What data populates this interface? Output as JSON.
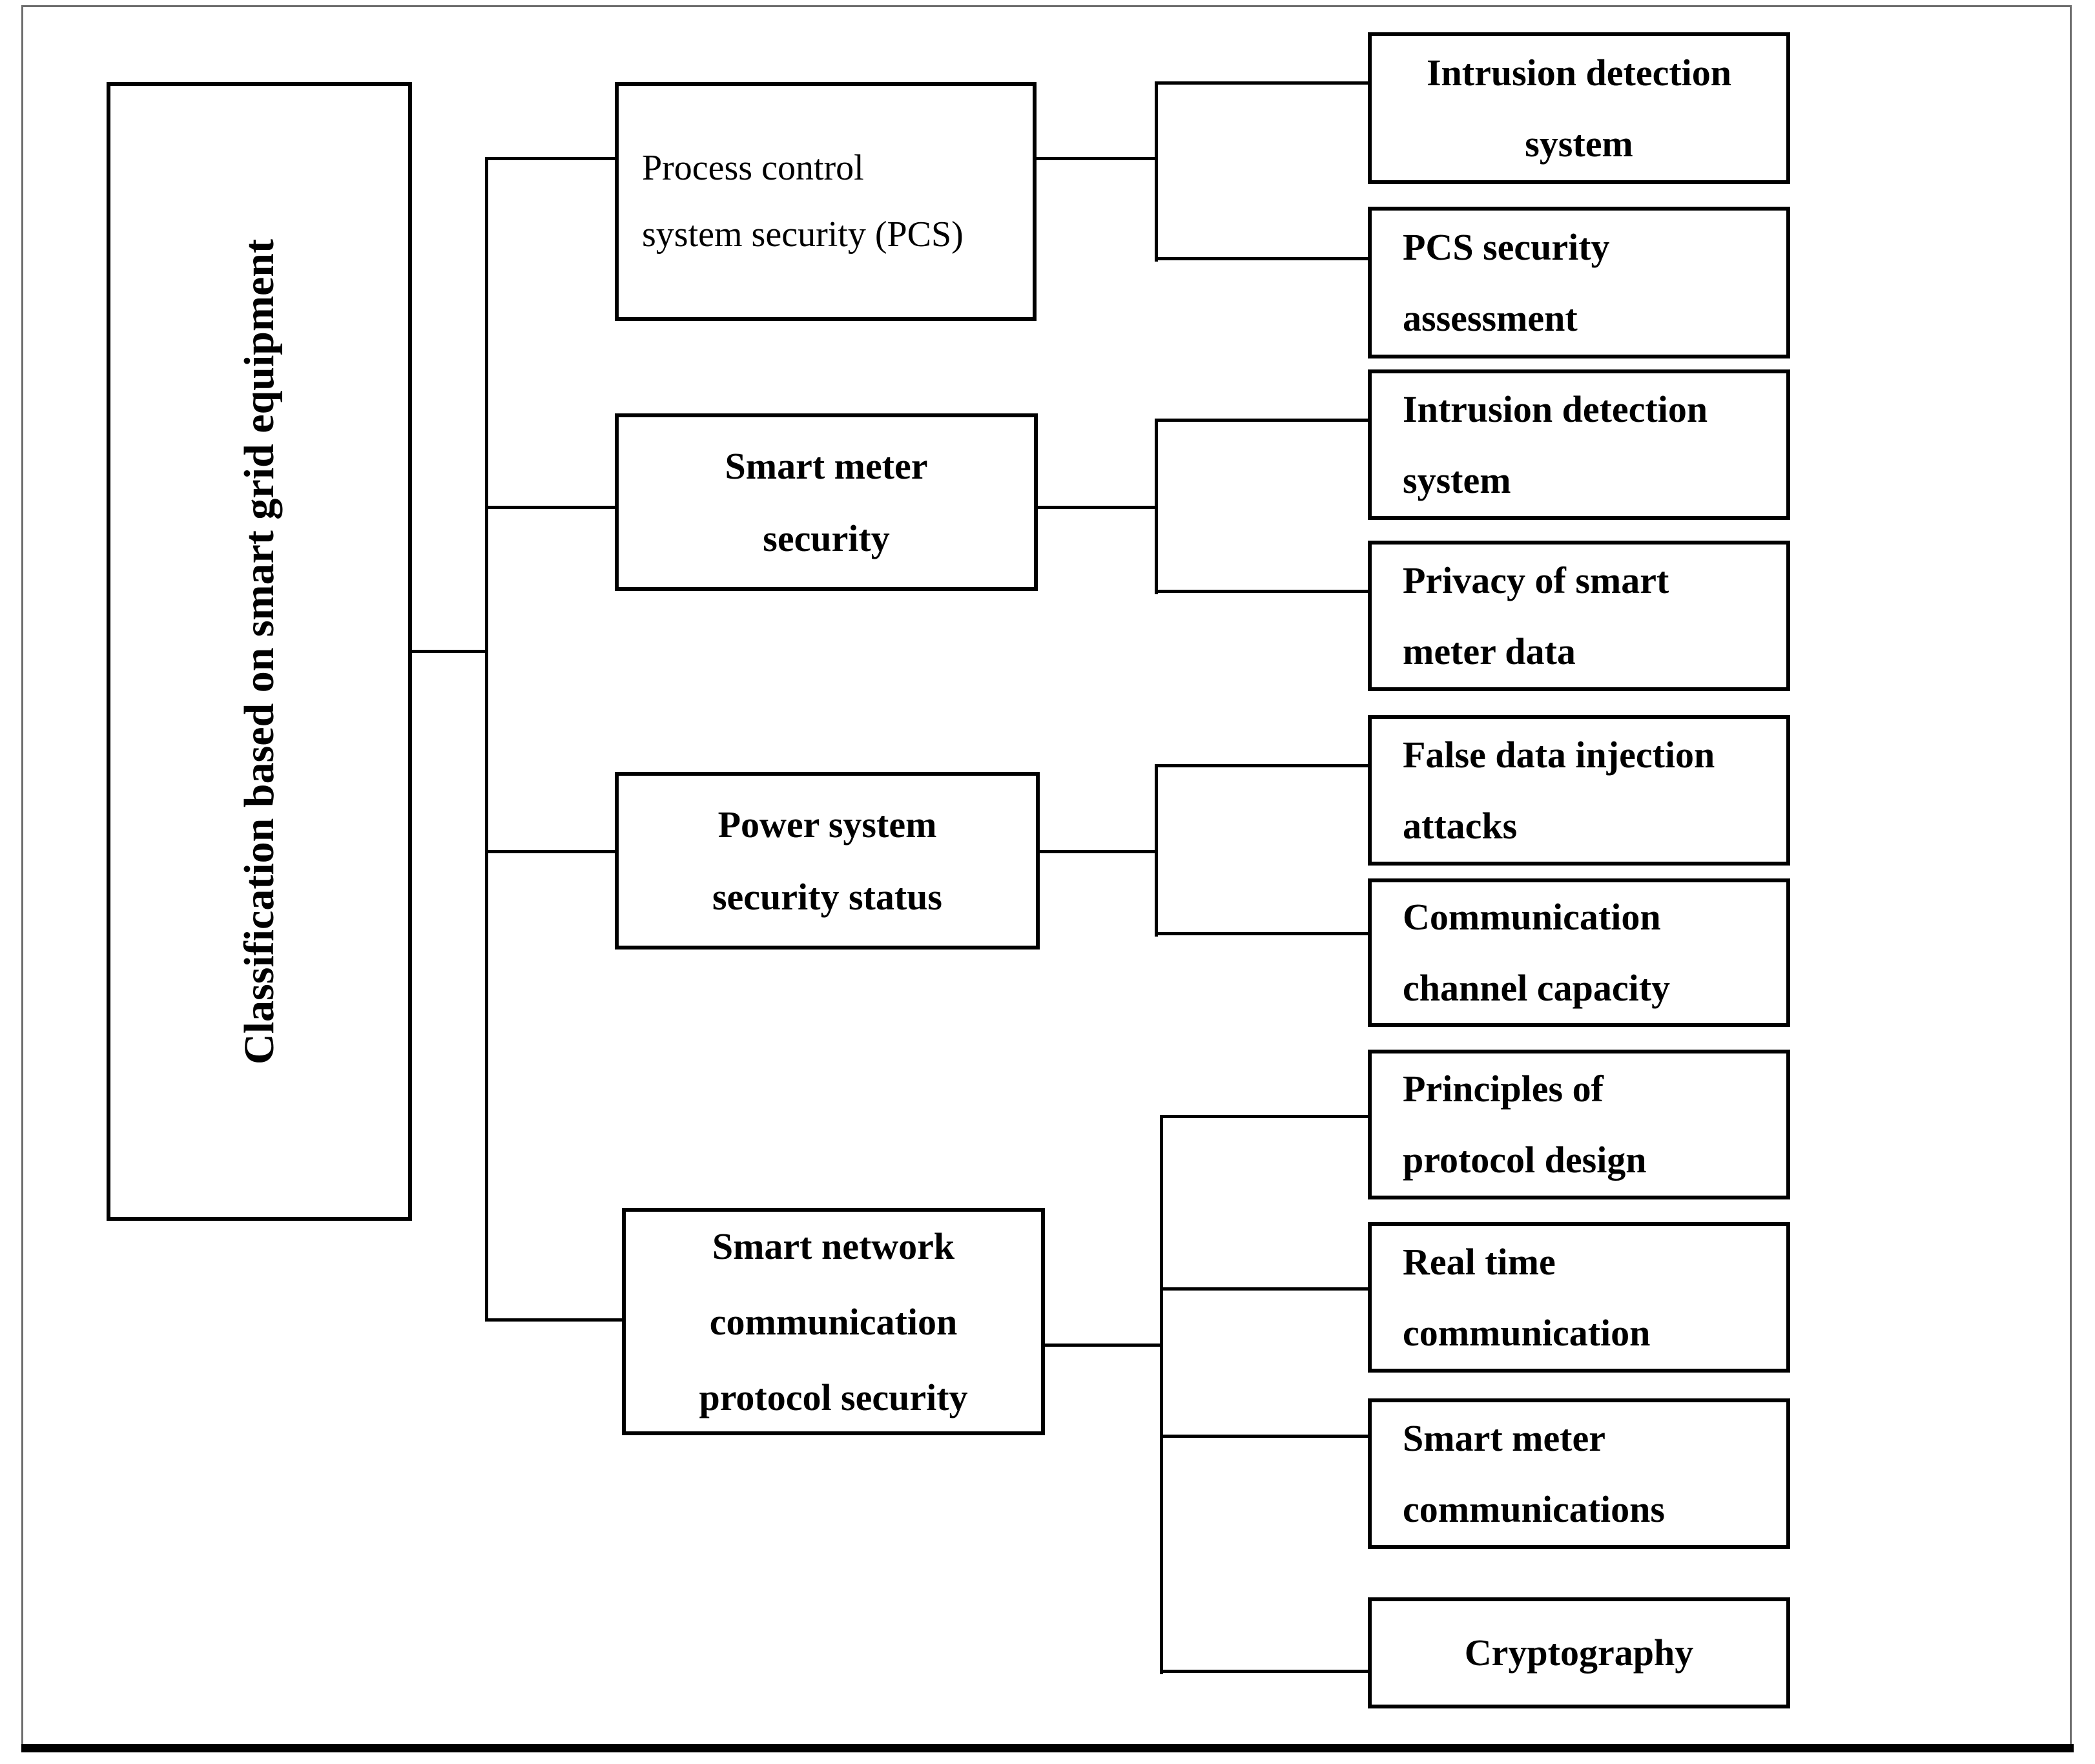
{
  "figure": {
    "title": "Classification tree of smart grid security research topics",
    "colors": {
      "line": "#000000",
      "box_border": "#000000",
      "frame_border": "#6e6e6e",
      "background": "#ffffff"
    },
    "tree": {
      "root": {
        "label": "Classification based on smart grid equipment"
      },
      "branches": [
        {
          "label": "Process control system security (PCS)",
          "children": [
            {
              "label": "Intrusion detection system"
            },
            {
              "label": "PCS security assessment"
            }
          ]
        },
        {
          "label": "Smart meter security",
          "children": [
            {
              "label": "Intrusion detection system"
            },
            {
              "label": "Privacy of smart meter data"
            }
          ]
        },
        {
          "label": "Power system security status",
          "children": [
            {
              "label": "False data injection attacks"
            },
            {
              "label": "Communication channel capacity"
            }
          ]
        },
        {
          "label": "Smart network communication protocol security",
          "children": [
            {
              "label": "Principles of protocol design"
            },
            {
              "label": "Real time communication"
            },
            {
              "label": "Smart meter communications"
            },
            {
              "label": "Cryptography"
            }
          ]
        }
      ]
    }
  }
}
